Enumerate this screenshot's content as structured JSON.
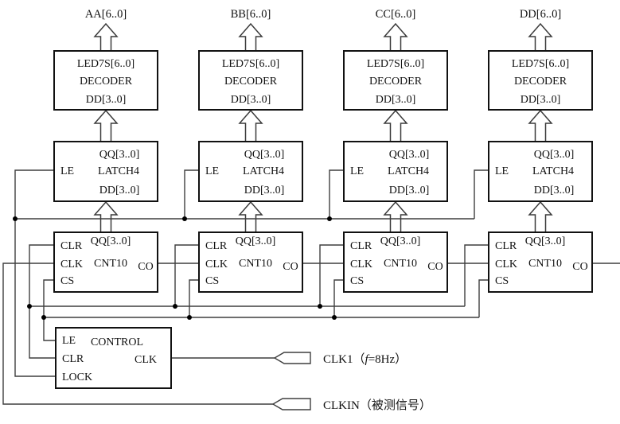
{
  "diagram": {
    "outputs": [
      {
        "label": "AA[6..0]"
      },
      {
        "label": "BB[6..0]"
      },
      {
        "label": "CC[6..0]"
      },
      {
        "label": "DD[6..0]"
      }
    ],
    "decoder": {
      "output_bus": "LED7S[6..0]",
      "name": "DECODER",
      "input_bus": "DD[3..0]"
    },
    "latch": {
      "output_bus": "QQ[3..0]",
      "le_pin": "LE",
      "name": "LATCH4",
      "input_bus": "DD[3..0]"
    },
    "counter": {
      "clr_pin": "CLR",
      "clk_pin": "CLK",
      "cs_pin": "CS",
      "output_bus": "QQ[3..0]",
      "name": "CNT10",
      "co_pin": "CO"
    },
    "control": {
      "le_pin": "LE",
      "name": "CONTROL",
      "clr_pin": "CLR",
      "clk_pin": "CLK",
      "lock_pin": "LOCK"
    },
    "inputs": {
      "clk1": {
        "prefix": "CLK1（",
        "f": "f",
        "suffix": "=8Hz）"
      },
      "clkin": {
        "label": "CLKIN（被测信号）"
      }
    },
    "colors": {
      "wire": "#3f3f3f",
      "box_border": "#111111",
      "background": "#ffffff"
    }
  }
}
